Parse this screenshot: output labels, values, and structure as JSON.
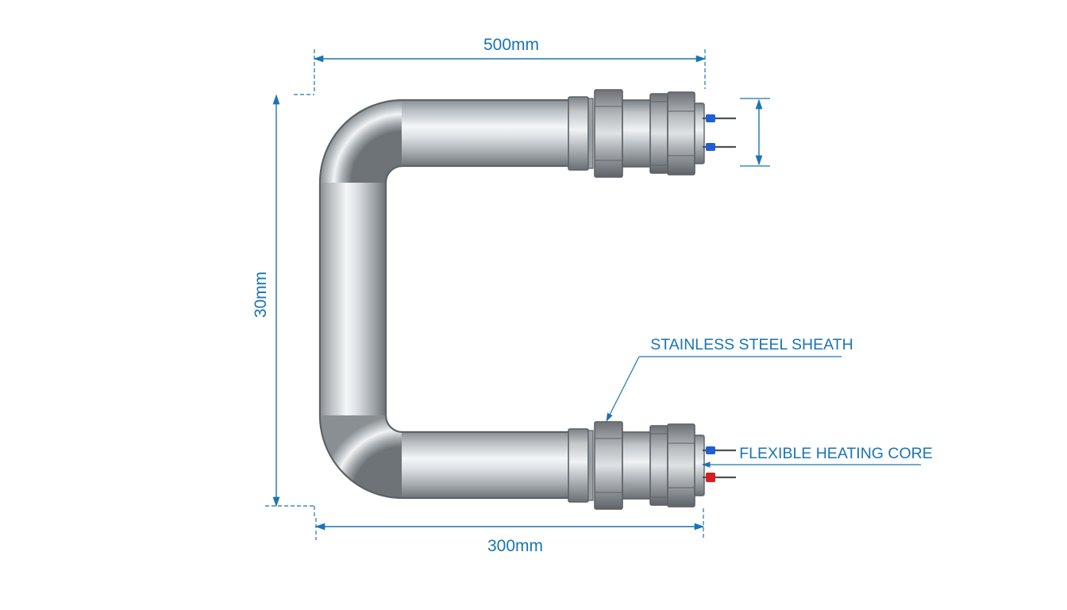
{
  "diagram": {
    "dimensions": {
      "top_length": "500mm",
      "left_height": "30mm",
      "bottom_length": "300mm"
    },
    "callouts": {
      "sheath": "STAINLESS STEEL SHEATH",
      "core": "FLEXIBLE HEATING CORE"
    },
    "colors": {
      "annotation": "#1a74b4",
      "tube_edge": "#5d6266",
      "wire_blue": "#1f5fd1",
      "wire_red": "#d42020",
      "background": "#ffffff"
    }
  }
}
